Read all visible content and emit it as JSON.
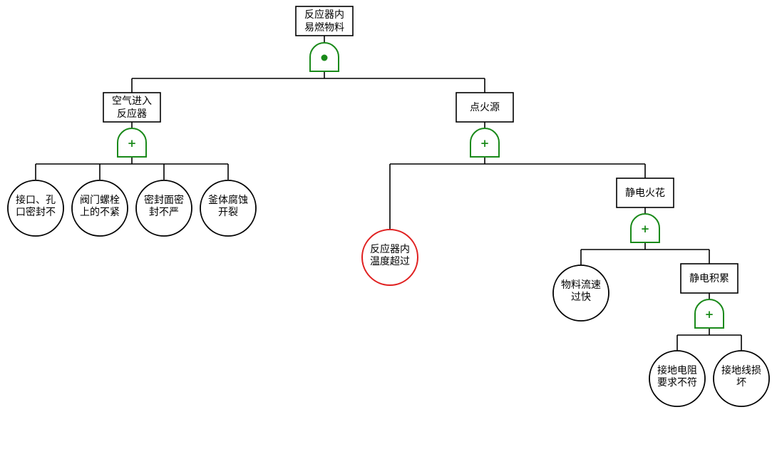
{
  "colors": {
    "line": "#000000",
    "gate": "#1a8a1a",
    "event_border": "#000000",
    "highlight_border": "#e02020",
    "background": "#ffffff"
  },
  "events": {
    "top": {
      "lines": [
        "反应器内",
        "易燃物料"
      ]
    },
    "air": {
      "lines": [
        "空气进入",
        "反应器"
      ]
    },
    "ignition": {
      "lines": [
        "点火源"
      ]
    },
    "static_spark": {
      "lines": [
        "静电火花"
      ]
    },
    "static_accum": {
      "lines": [
        "静电积累"
      ]
    }
  },
  "gates": {
    "top": {
      "type": "AND",
      "symbol": "•"
    },
    "air": {
      "type": "OR",
      "symbol": "+"
    },
    "ignition": {
      "type": "OR",
      "symbol": "+"
    },
    "static_spark": {
      "type": "OR",
      "symbol": "+"
    },
    "static_accum": {
      "type": "OR",
      "symbol": "+"
    }
  },
  "basic_events": {
    "b1": {
      "lines": [
        "接口、孔",
        "口密封不"
      ],
      "highlight": false
    },
    "b2": {
      "lines": [
        "阀门螺栓",
        "上的不紧"
      ],
      "highlight": false
    },
    "b3": {
      "lines": [
        "密封面密",
        "封不严"
      ],
      "highlight": false
    },
    "b4": {
      "lines": [
        "釜体腐蚀",
        "开裂"
      ],
      "highlight": false
    },
    "b5": {
      "lines": [
        "反应器内",
        "温度超过"
      ],
      "highlight": true
    },
    "b6": {
      "lines": [
        "物料流速",
        "过快"
      ],
      "highlight": false
    },
    "b7": {
      "lines": [
        "接地电阻",
        "要求不符"
      ],
      "highlight": false
    },
    "b8": {
      "lines": [
        "接地线损",
        "坏"
      ],
      "highlight": false
    }
  }
}
